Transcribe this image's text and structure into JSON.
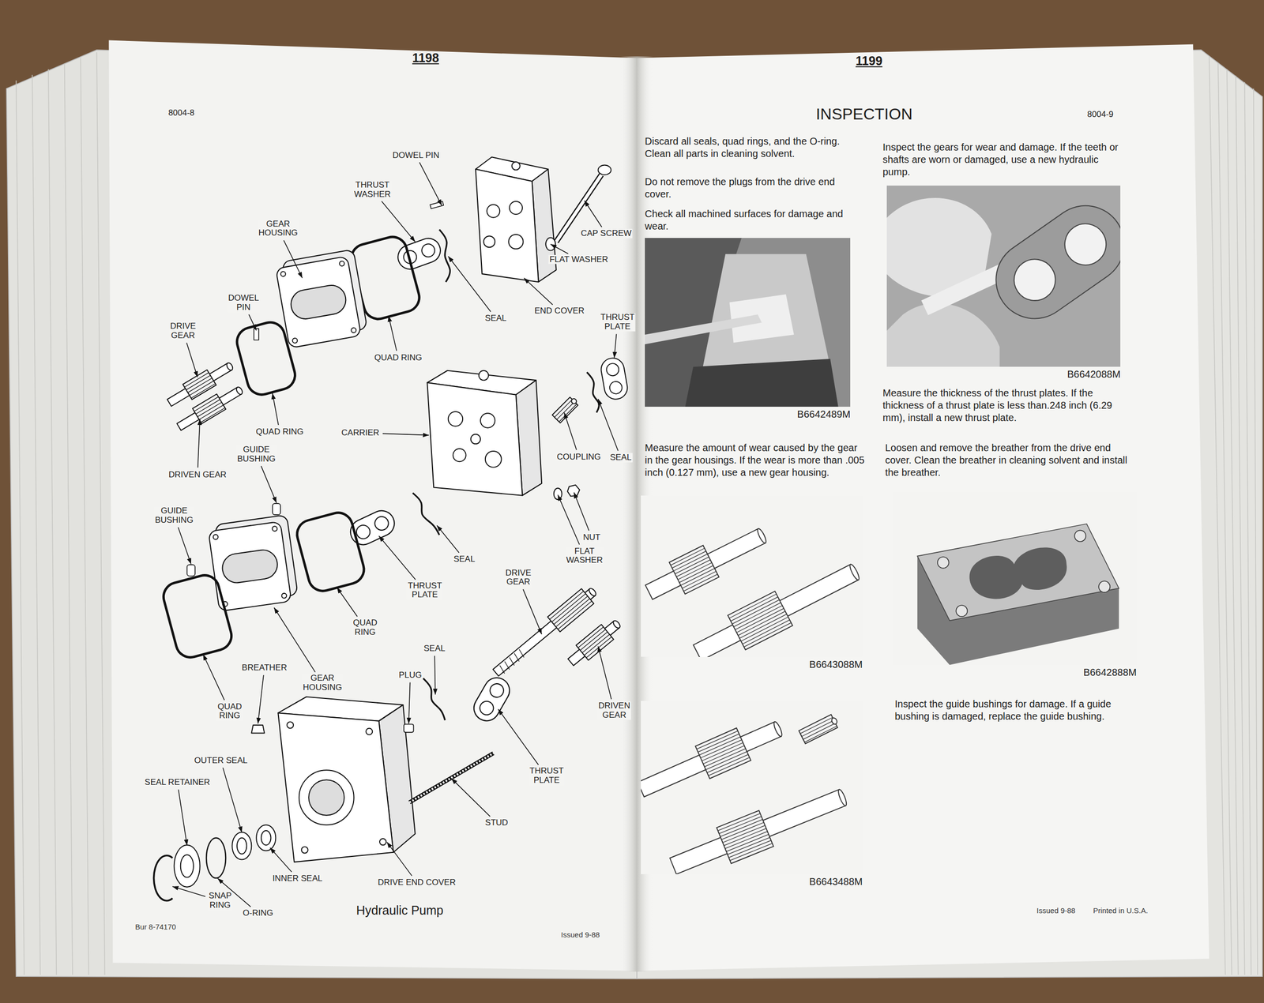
{
  "diagram": {
    "title": "INSPECTION",
    "caption": "Hydraulic Pump",
    "nodes": [
      {
        "text": [
          "B6642489M"
        ]
      },
      {
        "text": [
          "B6643088M"
        ]
      },
      {
        "text": [
          "B6643488M"
        ]
      },
      {
        "text": [
          "B6642088M"
        ]
      },
      {
        "text": [
          "B6642888M"
        ]
      }
    ],
    "labels": [
      "1198",
      "8004-8",
      "DOWEL PIN",
      "THRUST WASHER",
      "GEAR HOUSING",
      "CAP SCREW",
      "DOWEL PIN",
      "DRIVE GEAR",
      "FLAT WASHER",
      "END COVER",
      "SEAL",
      "THRUST PLATE",
      "QUAD RING",
      "QUAD RING",
      "CARRIER",
      "COUPLING",
      "SEAL",
      "DRIVEN GEAR",
      "GUIDE BUSHING",
      "GUIDE BUSHING",
      "NUT",
      "FLAT WASHER",
      "SEAL",
      "THRUST PLATE",
      "DRIVE GEAR",
      "QUAD RING",
      "SEAL",
      "BREATHER",
      "PLUG",
      "GEAR HOUSING",
      "QUAD RING",
      "DRIVEN GEAR",
      "OUTER SEAL",
      "SEAL RETAINER",
      "THRUST PLATE",
      "STUD",
      "INNER SEAL",
      "DRIVE END COVER",
      "SNAP RING",
      "O-RING",
      "Bur 8-74170",
      "Issued 9-88",
      "1199",
      "8004-9",
      "Discard all seals, quad rings, and the O-ring. Clean all parts in cleaning solvent.",
      "Do not remove the plugs from the drive end cover.",
      "Check all machined surfaces for damage and wear.",
      "Measure the amount of wear caused by the gear in the gear housings. If the wear is more than .005 inch (0.127 mm), use a new gear housing.",
      "Inspect the gears for wear and damage. If the teeth or shafts are worn or damaged, use a new hydraulic pump.",
      "Measure the thickness of the thrust plates. If the thickness of a thrust plate is less than.248 inch (6.29 mm), install a new thrust plate.",
      "Loosen and remove the breather from the drive end cover. Clean the breather in cleaning solvent and install the breather.",
      "Inspect the guide bushings for damage. If a guide bushing is damaged, replace the guide bushing.",
      "Issued 9-88",
      "Printed in U.S.A."
    ]
  }
}
